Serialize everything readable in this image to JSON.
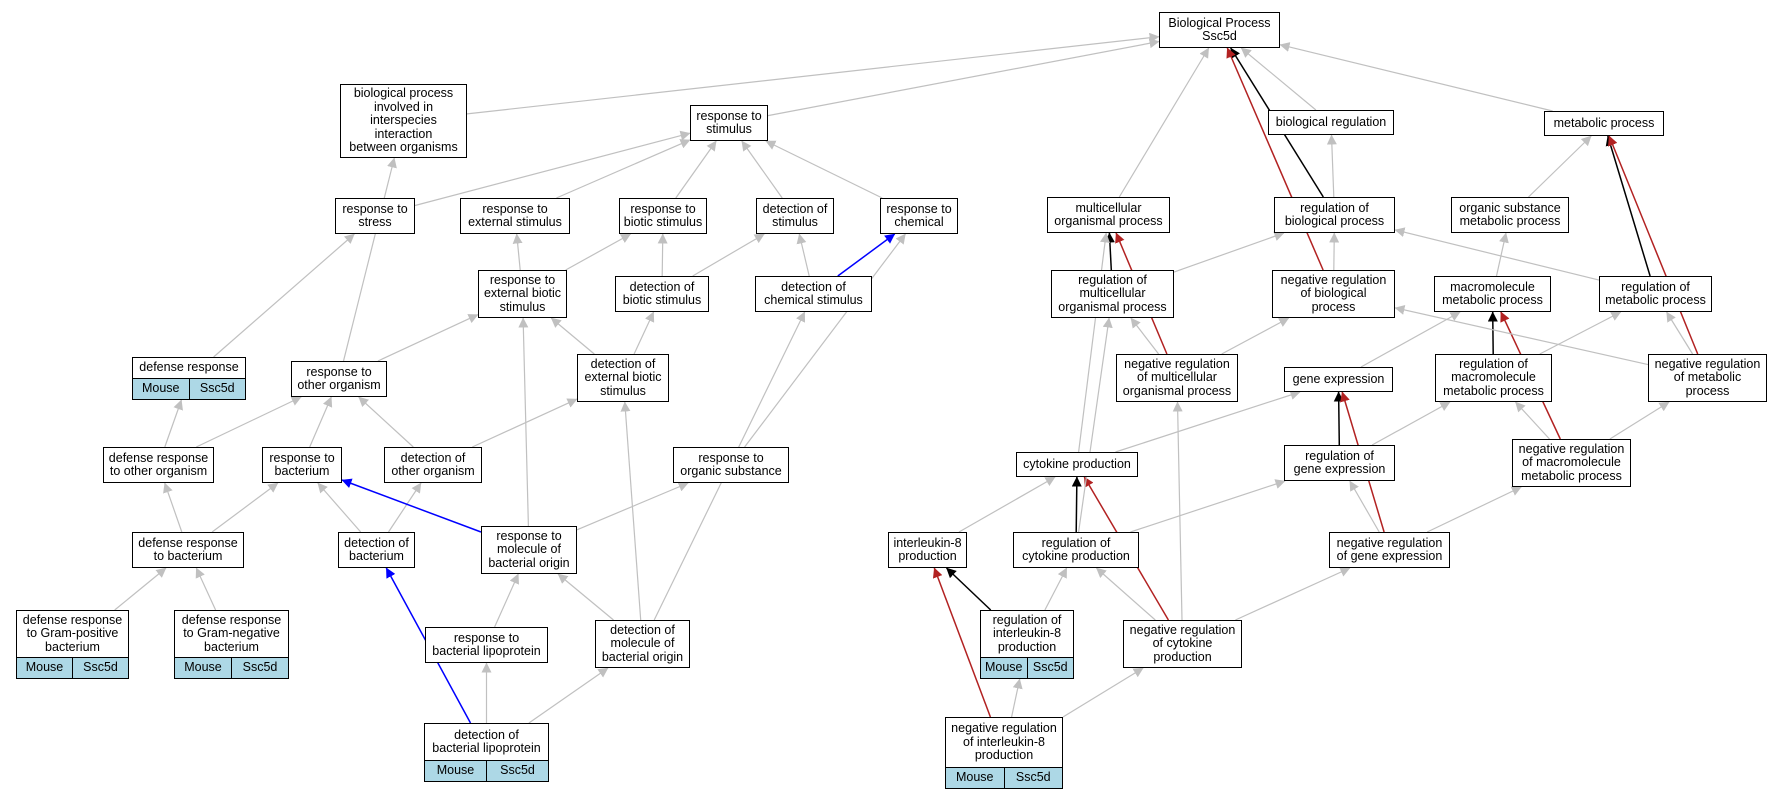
{
  "colors": {
    "gray": "#c0c0c0",
    "black": "#000000",
    "red": "#b22222",
    "blue": "#0000ff",
    "tag": "#add8e6"
  },
  "nodes": [
    {
      "id": "bp",
      "lines": [
        "Biological Process",
        "Ssc5d"
      ],
      "tags": []
    },
    {
      "id": "interspecies",
      "lines": [
        "biological process",
        "involved in",
        "interspecies",
        "interaction",
        "between organisms"
      ],
      "tags": []
    },
    {
      "id": "resp_stim",
      "lines": [
        "response to",
        "stimulus"
      ],
      "tags": []
    },
    {
      "id": "bio_reg",
      "lines": [
        "biological regulation"
      ],
      "tags": []
    },
    {
      "id": "metab",
      "lines": [
        "metabolic process"
      ],
      "tags": []
    },
    {
      "id": "resp_stress",
      "lines": [
        "response to",
        "stress"
      ],
      "tags": []
    },
    {
      "id": "resp_ext",
      "lines": [
        "response to",
        "external stimulus"
      ],
      "tags": []
    },
    {
      "id": "resp_biotic",
      "lines": [
        "response to",
        "biotic stimulus"
      ],
      "tags": []
    },
    {
      "id": "det_stim",
      "lines": [
        "detection of",
        "stimulus"
      ],
      "tags": []
    },
    {
      "id": "resp_chem",
      "lines": [
        "response to",
        "chemical"
      ],
      "tags": []
    },
    {
      "id": "multi",
      "lines": [
        "multicellular",
        "organismal process"
      ],
      "tags": []
    },
    {
      "id": "reg_bio",
      "lines": [
        "regulation of",
        "biological process"
      ],
      "tags": []
    },
    {
      "id": "org_sub",
      "lines": [
        "organic substance",
        "metabolic process"
      ],
      "tags": []
    },
    {
      "id": "resp_ext_biotic",
      "lines": [
        "response to",
        "external biotic",
        "stimulus"
      ],
      "tags": []
    },
    {
      "id": "det_biotic",
      "lines": [
        "detection of",
        "biotic stimulus"
      ],
      "tags": []
    },
    {
      "id": "det_chem",
      "lines": [
        "detection of",
        "chemical stimulus"
      ],
      "tags": []
    },
    {
      "id": "reg_multi",
      "lines": [
        "regulation of",
        "multicellular",
        "organismal process"
      ],
      "tags": []
    },
    {
      "id": "neg_reg_bio",
      "lines": [
        "negative regulation",
        "of biological",
        "process"
      ],
      "tags": []
    },
    {
      "id": "macro",
      "lines": [
        "macromolecule",
        "metabolic process"
      ],
      "tags": []
    },
    {
      "id": "reg_metab",
      "lines": [
        "regulation of",
        "metabolic process"
      ],
      "tags": []
    },
    {
      "id": "defense",
      "lines": [
        "defense response"
      ],
      "tags": [
        "Mouse",
        "Ssc5d"
      ]
    },
    {
      "id": "resp_other",
      "lines": [
        "response to",
        "other organism"
      ],
      "tags": []
    },
    {
      "id": "det_ext_biotic",
      "lines": [
        "detection of",
        "external biotic",
        "stimulus"
      ],
      "tags": []
    },
    {
      "id": "neg_reg_multi",
      "lines": [
        "negative regulation",
        "of multicellular",
        "organismal process"
      ],
      "tags": []
    },
    {
      "id": "gene_expr",
      "lines": [
        "gene expression"
      ],
      "tags": []
    },
    {
      "id": "reg_macro",
      "lines": [
        "regulation of",
        "macromolecule",
        "metabolic process"
      ],
      "tags": []
    },
    {
      "id": "neg_reg_metab",
      "lines": [
        "negative regulation",
        "of metabolic",
        "process"
      ],
      "tags": []
    },
    {
      "id": "def_other",
      "lines": [
        "defense response",
        "to other organism"
      ],
      "tags": []
    },
    {
      "id": "resp_bact",
      "lines": [
        "response to",
        "bacterium"
      ],
      "tags": []
    },
    {
      "id": "det_other",
      "lines": [
        "detection of",
        "other organism"
      ],
      "tags": []
    },
    {
      "id": "resp_org_sub",
      "lines": [
        "response to",
        "organic substance"
      ],
      "tags": []
    },
    {
      "id": "cyto",
      "lines": [
        "cytokine production"
      ],
      "tags": []
    },
    {
      "id": "reg_gene",
      "lines": [
        "regulation of",
        "gene expression"
      ],
      "tags": []
    },
    {
      "id": "neg_reg_macro",
      "lines": [
        "negative regulation",
        "of macromolecule",
        "metabolic process"
      ],
      "tags": []
    },
    {
      "id": "def_bact",
      "lines": [
        "defense response",
        "to bacterium"
      ],
      "tags": []
    },
    {
      "id": "det_bact",
      "lines": [
        "detection of",
        "bacterium"
      ],
      "tags": []
    },
    {
      "id": "resp_mol_bact",
      "lines": [
        "response to",
        "molecule of",
        "bacterial origin"
      ],
      "tags": []
    },
    {
      "id": "il8",
      "lines": [
        "interleukin-8",
        "production"
      ],
      "tags": []
    },
    {
      "id": "reg_cyto",
      "lines": [
        "regulation of",
        "cytokine production"
      ],
      "tags": []
    },
    {
      "id": "neg_reg_gene",
      "lines": [
        "negative regulation",
        "of gene expression"
      ],
      "tags": []
    },
    {
      "id": "def_gpos",
      "lines": [
        "defense response",
        "to Gram-positive",
        "bacterium"
      ],
      "tags": [
        "Mouse",
        "Ssc5d"
      ]
    },
    {
      "id": "def_gneg",
      "lines": [
        "defense response",
        "to Gram-negative",
        "bacterium"
      ],
      "tags": [
        "Mouse",
        "Ssc5d"
      ]
    },
    {
      "id": "resp_lipo",
      "lines": [
        "response to",
        "bacterial lipoprotein"
      ],
      "tags": []
    },
    {
      "id": "det_mol_bact",
      "lines": [
        "detection of",
        "molecule of",
        "bacterial origin"
      ],
      "tags": []
    },
    {
      "id": "reg_il8",
      "lines": [
        "regulation of",
        "interleukin-8",
        "production"
      ],
      "tags": [
        "Mouse",
        "Ssc5d"
      ]
    },
    {
      "id": "neg_reg_cyto",
      "lines": [
        "negative regulation",
        "of cytokine",
        "production"
      ],
      "tags": []
    },
    {
      "id": "det_lipo",
      "lines": [
        "detection of",
        "bacterial lipoprotein"
      ],
      "tags": [
        "Mouse",
        "Ssc5d"
      ]
    },
    {
      "id": "neg_reg_il8",
      "lines": [
        "negative regulation",
        "of interleukin-8",
        "production"
      ],
      "tags": [
        "Mouse",
        "Ssc5d"
      ]
    }
  ],
  "edges": [
    {
      "from": "interspecies",
      "to": "bp",
      "kind": "is_a"
    },
    {
      "from": "resp_stim",
      "to": "bp",
      "kind": "is_a"
    },
    {
      "from": "multi",
      "to": "bp",
      "kind": "is_a"
    },
    {
      "from": "bio_reg",
      "to": "bp",
      "kind": "is_a"
    },
    {
      "from": "metab",
      "to": "bp",
      "kind": "is_a"
    },
    {
      "from": "reg_bio",
      "to": "bp",
      "kind": "regulates"
    },
    {
      "from": "neg_reg_bio",
      "to": "bp",
      "kind": "negatively_regulates"
    },
    {
      "from": "resp_stress",
      "to": "resp_stim",
      "kind": "is_a"
    },
    {
      "from": "resp_ext",
      "to": "resp_stim",
      "kind": "is_a"
    },
    {
      "from": "resp_biotic",
      "to": "resp_stim",
      "kind": "is_a"
    },
    {
      "from": "det_stim",
      "to": "resp_stim",
      "kind": "is_a"
    },
    {
      "from": "resp_chem",
      "to": "resp_stim",
      "kind": "is_a"
    },
    {
      "from": "reg_bio",
      "to": "bio_reg",
      "kind": "is_a"
    },
    {
      "from": "org_sub",
      "to": "metab",
      "kind": "is_a"
    },
    {
      "from": "reg_metab",
      "to": "metab",
      "kind": "regulates"
    },
    {
      "from": "neg_reg_metab",
      "to": "metab",
      "kind": "negatively_regulates"
    },
    {
      "from": "resp_ext_biotic",
      "to": "resp_ext",
      "kind": "is_a"
    },
    {
      "from": "resp_ext_biotic",
      "to": "resp_biotic",
      "kind": "is_a"
    },
    {
      "from": "det_biotic",
      "to": "resp_biotic",
      "kind": "is_a"
    },
    {
      "from": "det_biotic",
      "to": "det_stim",
      "kind": "is_a"
    },
    {
      "from": "det_chem",
      "to": "det_stim",
      "kind": "is_a"
    },
    {
      "from": "det_chem",
      "to": "resp_chem",
      "kind": "part_of"
    },
    {
      "from": "reg_multi",
      "to": "multi",
      "kind": "regulates"
    },
    {
      "from": "neg_reg_multi",
      "to": "multi",
      "kind": "negatively_regulates"
    },
    {
      "from": "cyto",
      "to": "multi",
      "kind": "is_a"
    },
    {
      "from": "reg_multi",
      "to": "reg_bio",
      "kind": "is_a"
    },
    {
      "from": "neg_reg_bio",
      "to": "reg_bio",
      "kind": "is_a"
    },
    {
      "from": "reg_metab",
      "to": "reg_bio",
      "kind": "is_a"
    },
    {
      "from": "macro",
      "to": "org_sub",
      "kind": "is_a"
    },
    {
      "from": "reg_macro",
      "to": "macro",
      "kind": "regulates"
    },
    {
      "from": "neg_reg_macro",
      "to": "macro",
      "kind": "negatively_regulates"
    },
    {
      "from": "gene_expr",
      "to": "macro",
      "kind": "is_a"
    },
    {
      "from": "reg_macro",
      "to": "reg_metab",
      "kind": "is_a"
    },
    {
      "from": "neg_reg_metab",
      "to": "reg_metab",
      "kind": "is_a"
    },
    {
      "from": "neg_reg_metab",
      "to": "neg_reg_bio",
      "kind": "is_a"
    },
    {
      "from": "neg_reg_multi",
      "to": "neg_reg_bio",
      "kind": "is_a"
    },
    {
      "from": "neg_reg_multi",
      "to": "reg_multi",
      "kind": "is_a"
    },
    {
      "from": "defense",
      "to": "resp_stress",
      "kind": "is_a"
    },
    {
      "from": "resp_other",
      "to": "interspecies",
      "kind": "is_a"
    },
    {
      "from": "resp_other",
      "to": "resp_ext_biotic",
      "kind": "is_a"
    },
    {
      "from": "det_ext_biotic",
      "to": "resp_ext_biotic",
      "kind": "is_a"
    },
    {
      "from": "det_ext_biotic",
      "to": "det_biotic",
      "kind": "is_a"
    },
    {
      "from": "def_other",
      "to": "defense",
      "kind": "is_a"
    },
    {
      "from": "def_other",
      "to": "resp_other",
      "kind": "is_a"
    },
    {
      "from": "resp_bact",
      "to": "resp_other",
      "kind": "is_a"
    },
    {
      "from": "det_other",
      "to": "resp_other",
      "kind": "is_a"
    },
    {
      "from": "det_other",
      "to": "det_ext_biotic",
      "kind": "is_a"
    },
    {
      "from": "resp_org_sub",
      "to": "resp_chem",
      "kind": "is_a"
    },
    {
      "from": "cyto",
      "to": "gene_expr",
      "kind": "is_a"
    },
    {
      "from": "reg_gene",
      "to": "gene_expr",
      "kind": "regulates"
    },
    {
      "from": "neg_reg_gene",
      "to": "gene_expr",
      "kind": "negatively_regulates"
    },
    {
      "from": "reg_gene",
      "to": "reg_macro",
      "kind": "is_a"
    },
    {
      "from": "neg_reg_macro",
      "to": "reg_macro",
      "kind": "is_a"
    },
    {
      "from": "neg_reg_macro",
      "to": "neg_reg_metab",
      "kind": "is_a"
    },
    {
      "from": "def_bact",
      "to": "def_other",
      "kind": "is_a"
    },
    {
      "from": "def_bact",
      "to": "resp_bact",
      "kind": "is_a"
    },
    {
      "from": "det_bact",
      "to": "resp_bact",
      "kind": "is_a"
    },
    {
      "from": "det_bact",
      "to": "det_other",
      "kind": "is_a"
    },
    {
      "from": "resp_mol_bact",
      "to": "resp_bact",
      "kind": "part_of"
    },
    {
      "from": "resp_mol_bact",
      "to": "resp_ext_biotic",
      "kind": "is_a"
    },
    {
      "from": "resp_mol_bact",
      "to": "resp_org_sub",
      "kind": "is_a"
    },
    {
      "from": "il8",
      "to": "cyto",
      "kind": "is_a"
    },
    {
      "from": "reg_cyto",
      "to": "cyto",
      "kind": "regulates"
    },
    {
      "from": "neg_reg_cyto",
      "to": "cyto",
      "kind": "negatively_regulates"
    },
    {
      "from": "reg_cyto",
      "to": "reg_gene",
      "kind": "is_a"
    },
    {
      "from": "reg_cyto",
      "to": "reg_multi",
      "kind": "is_a"
    },
    {
      "from": "neg_reg_gene",
      "to": "reg_gene",
      "kind": "is_a"
    },
    {
      "from": "neg_reg_gene",
      "to": "neg_reg_macro",
      "kind": "is_a"
    },
    {
      "from": "def_gpos",
      "to": "def_bact",
      "kind": "is_a"
    },
    {
      "from": "def_gneg",
      "to": "def_bact",
      "kind": "is_a"
    },
    {
      "from": "resp_lipo",
      "to": "resp_mol_bact",
      "kind": "is_a"
    },
    {
      "from": "det_mol_bact",
      "to": "resp_mol_bact",
      "kind": "is_a"
    },
    {
      "from": "det_mol_bact",
      "to": "det_ext_biotic",
      "kind": "is_a"
    },
    {
      "from": "det_mol_bact",
      "to": "det_chem",
      "kind": "is_a"
    },
    {
      "from": "reg_il8",
      "to": "il8",
      "kind": "regulates"
    },
    {
      "from": "reg_il8",
      "to": "reg_cyto",
      "kind": "is_a"
    },
    {
      "from": "neg_reg_cyto",
      "to": "reg_cyto",
      "kind": "is_a"
    },
    {
      "from": "neg_reg_cyto",
      "to": "neg_reg_gene",
      "kind": "is_a"
    },
    {
      "from": "neg_reg_cyto",
      "to": "neg_reg_multi",
      "kind": "is_a"
    },
    {
      "from": "det_lipo",
      "to": "det_bact",
      "kind": "part_of"
    },
    {
      "from": "det_lipo",
      "to": "resp_lipo",
      "kind": "is_a"
    },
    {
      "from": "det_lipo",
      "to": "det_mol_bact",
      "kind": "is_a"
    },
    {
      "from": "neg_reg_il8",
      "to": "reg_il8",
      "kind": "is_a"
    },
    {
      "from": "neg_reg_il8",
      "to": "il8",
      "kind": "negatively_regulates"
    },
    {
      "from": "neg_reg_il8",
      "to": "neg_reg_cyto",
      "kind": "is_a"
    }
  ]
}
